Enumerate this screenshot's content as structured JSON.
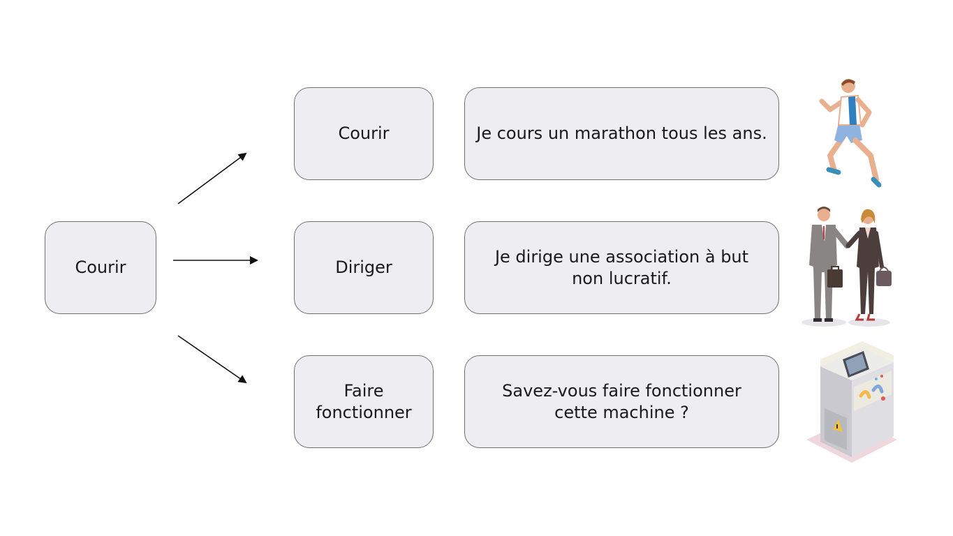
{
  "source": {
    "label": "Courir"
  },
  "rows": [
    {
      "verb": "Courir",
      "example": "Je cours un marathon tous les ans.",
      "illustration": "runner-illustration"
    },
    {
      "verb": "Diriger",
      "example": "Je dirige une association à but non lucratif.",
      "illustration": "business-people-illustration"
    },
    {
      "verb": "Faire fonctionner",
      "example": "Savez-vous faire fonctionner cette machine ?",
      "illustration": "machine-illustration"
    }
  ],
  "colors": {
    "box_fill": "#ededf2",
    "box_border": "#6f6f74",
    "text": "#1a1a1a",
    "arrow": "#111111"
  }
}
